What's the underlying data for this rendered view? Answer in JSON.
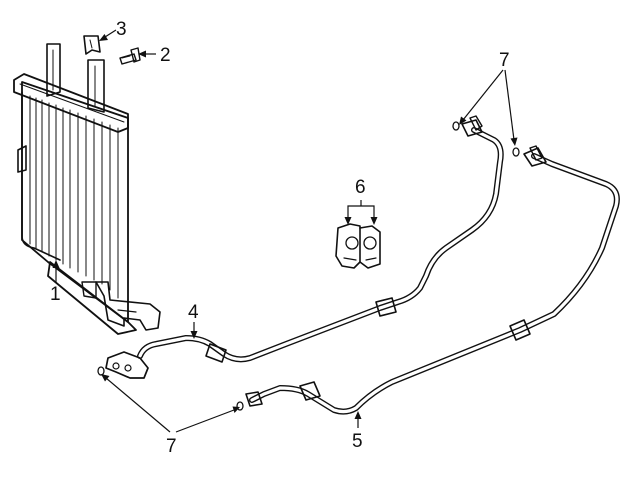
{
  "callouts": {
    "c1": "1",
    "c2": "2",
    "c3": "3",
    "c4": "4",
    "c5": "5",
    "c6": "6",
    "c7_top": "7",
    "c7_bottom": "7"
  },
  "colors": {
    "line": "#111111",
    "background": "#ffffff"
  }
}
